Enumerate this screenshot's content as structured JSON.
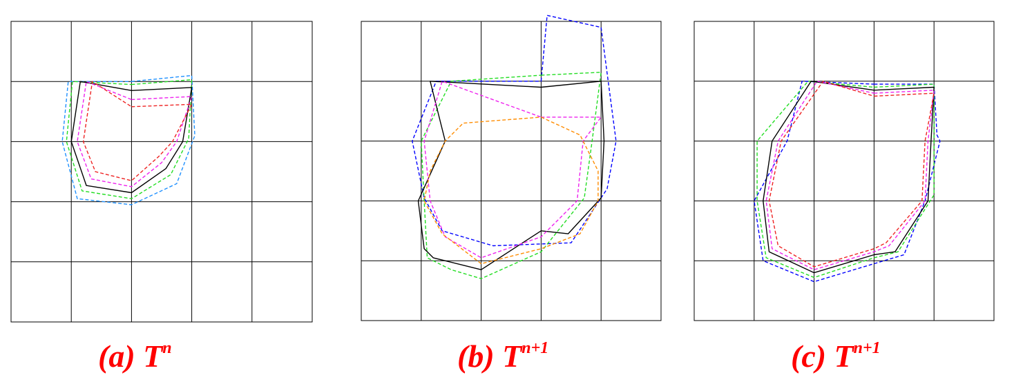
{
  "panels": [
    {
      "id": "a",
      "caption": {
        "label": "(a) T",
        "sup": "n"
      },
      "contours": [
        {
          "name": "outer-blue",
          "color": "#1e90ff",
          "dashed": true,
          "points": [
            [
              1.0,
              1.0
            ],
            [
              2.0,
              0.9
            ],
            [
              2.05,
              1.9
            ],
            [
              1.75,
              2.7
            ],
            [
              1.0,
              3.05
            ],
            [
              0.1,
              2.95
            ],
            [
              -0.15,
              2.0
            ],
            [
              -0.05,
              1.0
            ]
          ]
        },
        {
          "name": "green",
          "color": "#22dd22",
          "dashed": true,
          "points": [
            [
              1.0,
              1.05
            ],
            [
              2.0,
              0.97
            ],
            [
              1.95,
              1.95
            ],
            [
              1.65,
              2.55
            ],
            [
              1.0,
              2.95
            ],
            [
              0.18,
              2.82
            ],
            [
              -0.08,
              2.0
            ],
            [
              0.02,
              1.0
            ]
          ]
        },
        {
          "name": "black",
          "color": "#000000",
          "dashed": false,
          "points": [
            [
              1.0,
              1.15
            ],
            [
              2.0,
              1.1
            ],
            [
              1.85,
              2.0
            ],
            [
              1.57,
              2.45
            ],
            [
              1.0,
              2.85
            ],
            [
              0.25,
              2.73
            ],
            [
              0.0,
              2.0
            ],
            [
              0.15,
              1.0
            ]
          ]
        },
        {
          "name": "magenta",
          "color": "#ee22ee",
          "dashed": true,
          "points": [
            [
              1.0,
              1.3
            ],
            [
              2.0,
              1.25
            ],
            [
              1.75,
              2.0
            ],
            [
              1.5,
              2.35
            ],
            [
              1.0,
              2.75
            ],
            [
              0.33,
              2.62
            ],
            [
              0.1,
              2.0
            ],
            [
              0.25,
              1.0
            ]
          ]
        },
        {
          "name": "red",
          "color": "#ee2222",
          "dashed": true,
          "points": [
            [
              1.0,
              1.42
            ],
            [
              2.0,
              1.38
            ],
            [
              1.68,
              2.0
            ],
            [
              1.45,
              2.25
            ],
            [
              1.0,
              2.65
            ],
            [
              0.4,
              2.5
            ],
            [
              0.2,
              2.0
            ],
            [
              0.35,
              1.0
            ]
          ]
        }
      ]
    },
    {
      "id": "b",
      "caption": {
        "label": "(b) T",
        "sup": "n+1"
      },
      "contours": [
        {
          "name": "outer-blue",
          "color": "#0000ff",
          "dashed": true,
          "points": [
            [
              1.0,
              1.0
            ],
            [
              1.1,
              -0.1
            ],
            [
              2.0,
              0.1
            ],
            [
              2.25,
              2.0
            ],
            [
              2.1,
              2.8
            ],
            [
              1.5,
              3.7
            ],
            [
              0.2,
              3.75
            ],
            [
              -0.65,
              3.5
            ],
            [
              -0.95,
              2.95
            ],
            [
              -1.15,
              2.0
            ],
            [
              -0.75,
              1.0
            ]
          ]
        },
        {
          "name": "green",
          "color": "#22dd22",
          "dashed": true,
          "points": [
            [
              1.0,
              0.9
            ],
            [
              2.0,
              0.85
            ],
            [
              1.85,
              2.0
            ],
            [
              1.72,
              2.95
            ],
            [
              1.0,
              3.85
            ],
            [
              0.0,
              4.3
            ],
            [
              -0.5,
              4.15
            ],
            [
              -0.9,
              3.95
            ],
            [
              -0.95,
              3.0
            ],
            [
              -1.0,
              2.0
            ],
            [
              -0.5,
              1.0
            ]
          ]
        },
        {
          "name": "black",
          "color": "#000000",
          "dashed": false,
          "points": [
            [
              1.0,
              1.1
            ],
            [
              2.0,
              1.0
            ],
            [
              2.05,
              2.0
            ],
            [
              2.0,
              2.95
            ],
            [
              1.45,
              3.55
            ],
            [
              1.0,
              3.5
            ],
            [
              0.0,
              4.15
            ],
            [
              -0.8,
              3.95
            ],
            [
              -0.95,
              3.8
            ],
            [
              -1.05,
              3.0
            ],
            [
              -0.6,
              2.0
            ],
            [
              -0.85,
              1.0
            ]
          ]
        },
        {
          "name": "magenta",
          "color": "#ee22ee",
          "dashed": true,
          "points": [
            [
              1.0,
              1.6
            ],
            [
              2.0,
              1.6
            ],
            [
              1.7,
              2.0
            ],
            [
              1.6,
              3.0
            ],
            [
              1.0,
              3.6
            ],
            [
              0.0,
              3.95
            ],
            [
              -0.6,
              3.6
            ],
            [
              -0.85,
              3.0
            ],
            [
              -0.95,
              2.0
            ],
            [
              -0.65,
              1.0
            ]
          ]
        },
        {
          "name": "orange",
          "color": "#ff8c00",
          "dashed": true,
          "points": [
            [
              1.0,
              1.6
            ],
            [
              1.65,
              1.9
            ],
            [
              1.95,
              2.5
            ],
            [
              1.95,
              3.0
            ],
            [
              1.65,
              3.55
            ],
            [
              1.0,
              3.8
            ],
            [
              0.0,
              4.05
            ],
            [
              -0.65,
              3.55
            ],
            [
              -0.95,
              3.0
            ],
            [
              -0.85,
              2.5
            ],
            [
              -0.6,
              2.0
            ],
            [
              -0.3,
              1.7
            ]
          ]
        }
      ]
    },
    {
      "id": "c",
      "caption": {
        "label": "(c) T",
        "sup": "n+1"
      },
      "contours": [
        {
          "name": "outer-blue",
          "color": "#0000ff",
          "dashed": true,
          "points": [
            [
              1.0,
              1.05
            ],
            [
              2.0,
              1.05
            ],
            [
              2.05,
              1.9
            ],
            [
              2.1,
              2.0
            ],
            [
              2.05,
              2.2
            ],
            [
              1.85,
              3.0
            ],
            [
              1.5,
              3.9
            ],
            [
              1.0,
              4.05
            ],
            [
              0.0,
              4.35
            ],
            [
              -0.85,
              4.0
            ],
            [
              -1.0,
              3.0
            ],
            [
              -0.45,
              2.0
            ],
            [
              -0.2,
              1.0
            ]
          ]
        },
        {
          "name": "green",
          "color": "#22dd22",
          "dashed": true,
          "points": [
            [
              1.0,
              1.1
            ],
            [
              2.0,
              1.05
            ],
            [
              2.0,
              2.0
            ],
            [
              2.0,
              2.9
            ],
            [
              1.4,
              3.85
            ],
            [
              1.0,
              3.95
            ],
            [
              0.0,
              4.28
            ],
            [
              -0.8,
              3.95
            ],
            [
              -0.95,
              3.0
            ],
            [
              -0.95,
              2.0
            ],
            [
              -0.1,
              1.0
            ]
          ]
        },
        {
          "name": "black",
          "color": "#000000",
          "dashed": false,
          "points": [
            [
              1.0,
              1.15
            ],
            [
              2.0,
              1.1
            ],
            [
              1.95,
              2.0
            ],
            [
              1.9,
              3.0
            ],
            [
              1.35,
              3.85
            ],
            [
              1.0,
              3.9
            ],
            [
              0.0,
              4.2
            ],
            [
              -0.75,
              3.85
            ],
            [
              -0.85,
              3.0
            ],
            [
              -0.7,
              2.0
            ],
            [
              -0.05,
              1.0
            ]
          ]
        },
        {
          "name": "magenta",
          "color": "#ee22ee",
          "dashed": true,
          "points": [
            [
              1.0,
              1.2
            ],
            [
              2.0,
              1.15
            ],
            [
              1.9,
              2.0
            ],
            [
              1.85,
              3.0
            ],
            [
              1.25,
              3.75
            ],
            [
              1.0,
              3.85
            ],
            [
              0.0,
              4.15
            ],
            [
              -0.7,
              3.8
            ],
            [
              -0.8,
              3.0
            ],
            [
              -0.6,
              2.0
            ],
            [
              0.05,
              1.0
            ]
          ]
        },
        {
          "name": "red",
          "color": "#ee2222",
          "dashed": true,
          "points": [
            [
              1.0,
              1.25
            ],
            [
              2.0,
              1.2
            ],
            [
              1.85,
              2.0
            ],
            [
              1.8,
              3.0
            ],
            [
              1.2,
              3.7
            ],
            [
              1.0,
              3.8
            ],
            [
              0.0,
              4.1
            ],
            [
              -0.6,
              3.75
            ],
            [
              -0.75,
              3.0
            ],
            [
              -0.55,
              2.0
            ],
            [
              0.15,
              1.0
            ]
          ]
        }
      ]
    }
  ]
}
